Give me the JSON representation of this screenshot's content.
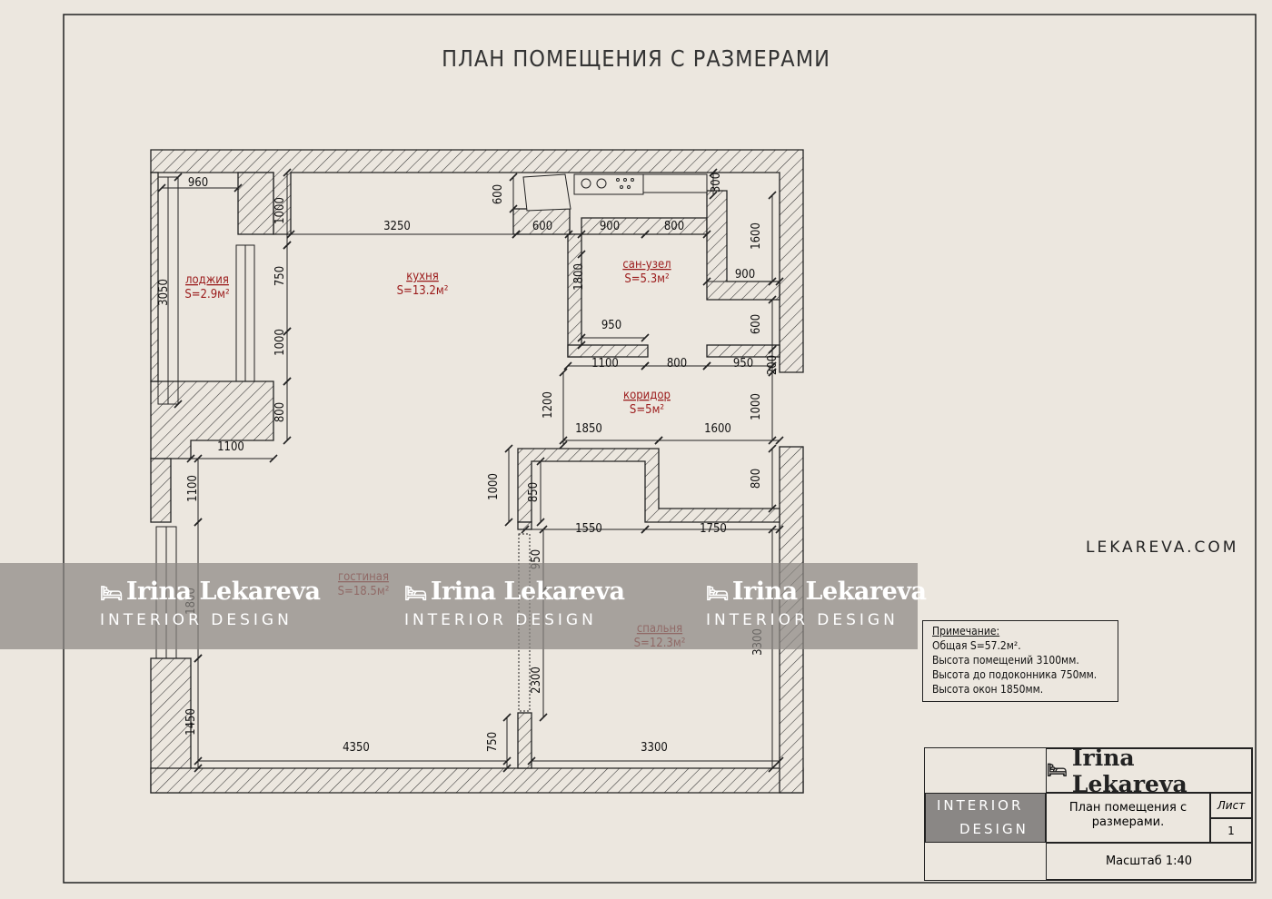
{
  "title": "ПЛАН ПОМЕЩЕНИЯ С РАЗМЕРАМИ",
  "site": "LEKAREVA.COM",
  "rooms": [
    {
      "name": "лоджия",
      "area": "S=2.9м²"
    },
    {
      "name": "кухня",
      "area": "S=13.2м²"
    },
    {
      "name": "сан-узел",
      "area": "S=5.3м²"
    },
    {
      "name": "коридор",
      "area": "S=5м²"
    },
    {
      "name": "гостиная",
      "area": "S=18.5м²"
    },
    {
      "name": "спальня",
      "area": "S=12.3м²"
    }
  ],
  "dims": [
    "960",
    "3250",
    "600",
    "600",
    "900",
    "800",
    "300",
    "1000",
    "750",
    "1000",
    "800",
    "3050",
    "1600",
    "900",
    "600",
    "1800",
    "950",
    "1100",
    "800",
    "950",
    "200",
    "1200",
    "1000",
    "1850",
    "1600",
    "1100",
    "1100",
    "1000",
    "850",
    "800",
    "1550",
    "1750",
    "950",
    "1800",
    "2300",
    "3300",
    "1450",
    "750",
    "4350",
    "3300"
  ],
  "watermark": {
    "brand": "Irina Lekareva",
    "sub": "INTERIOR DESIGN"
  },
  "note": {
    "heading": "Примечание:",
    "lines": [
      "Общая S=57.2м².",
      "Высота помещений 3100мм.",
      "Высота до подоконника 750мм.",
      "Высота окон 1850мм."
    ]
  },
  "titleblock": {
    "brand": "Irina Lekareva",
    "line1": "INTERIOR",
    "line2": "DESIGN",
    "name": "План помещения с размерами.",
    "sheet_label": "Лист",
    "sheet_number": "1",
    "scale": "Масштаб 1:40"
  },
  "colors": {
    "background": "#ece7df",
    "room_label": "#9b1b1b",
    "line": "#222222",
    "band": "#8c8884"
  },
  "icons": [
    "bed-icon"
  ]
}
